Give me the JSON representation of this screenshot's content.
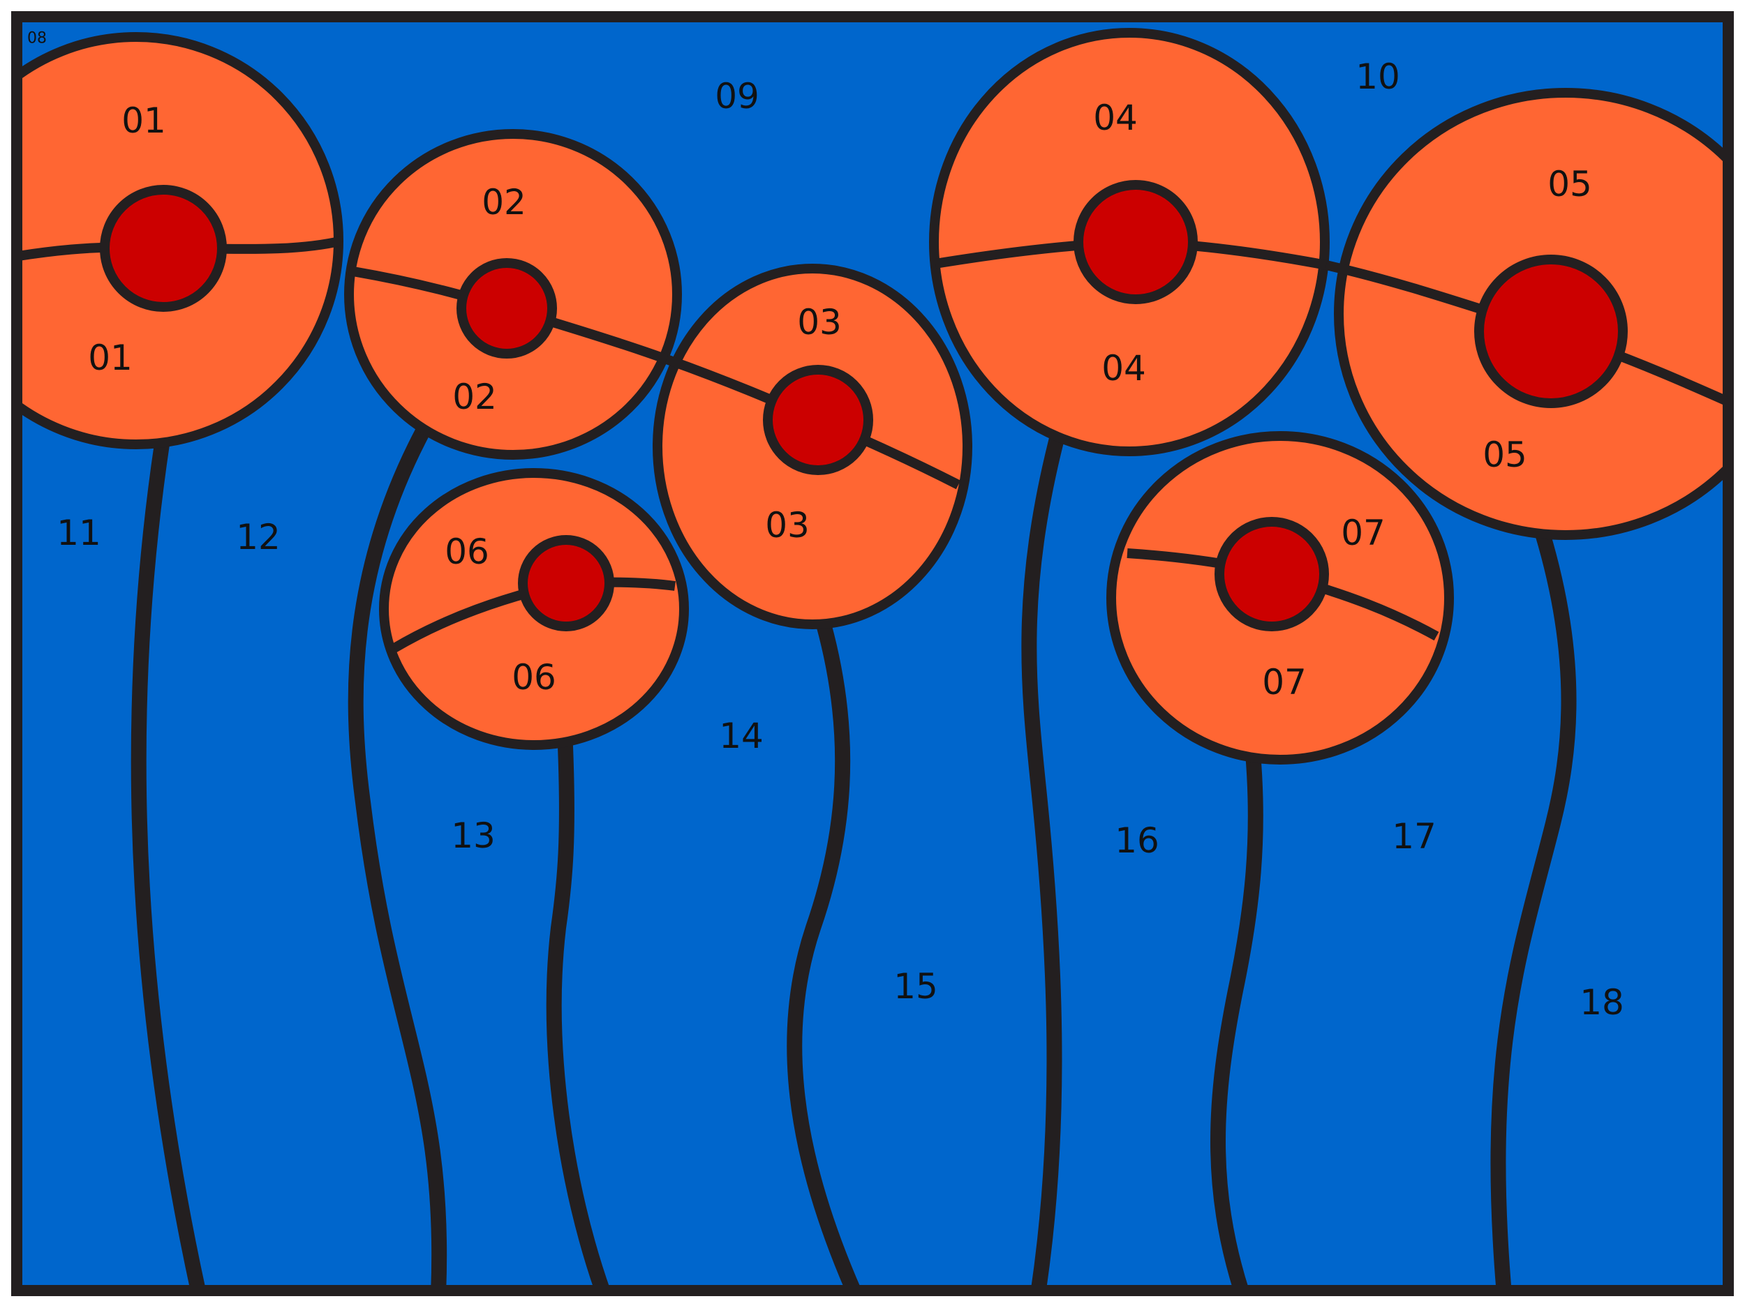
{
  "colors": {
    "background": "#0066cc",
    "petal": "#ff6633",
    "center": "#cc0000",
    "outline": "#231f20",
    "label": "#111111"
  },
  "flowers": [
    {
      "id": "flower-1",
      "petal_labels": [
        "01",
        "01"
      ]
    },
    {
      "id": "flower-2",
      "petal_labels": [
        "02",
        "02"
      ]
    },
    {
      "id": "flower-3",
      "petal_labels": [
        "03",
        "03"
      ]
    },
    {
      "id": "flower-4",
      "petal_labels": [
        "04",
        "04"
      ]
    },
    {
      "id": "flower-5",
      "petal_labels": [
        "05",
        "05"
      ]
    },
    {
      "id": "flower-6",
      "petal_labels": [
        "06",
        "06"
      ]
    },
    {
      "id": "flower-7",
      "petal_labels": [
        "07",
        "07"
      ]
    }
  ],
  "background_labels": [
    "08",
    "09",
    "10",
    "11",
    "12",
    "13",
    "14",
    "15",
    "16",
    "17",
    "18"
  ]
}
